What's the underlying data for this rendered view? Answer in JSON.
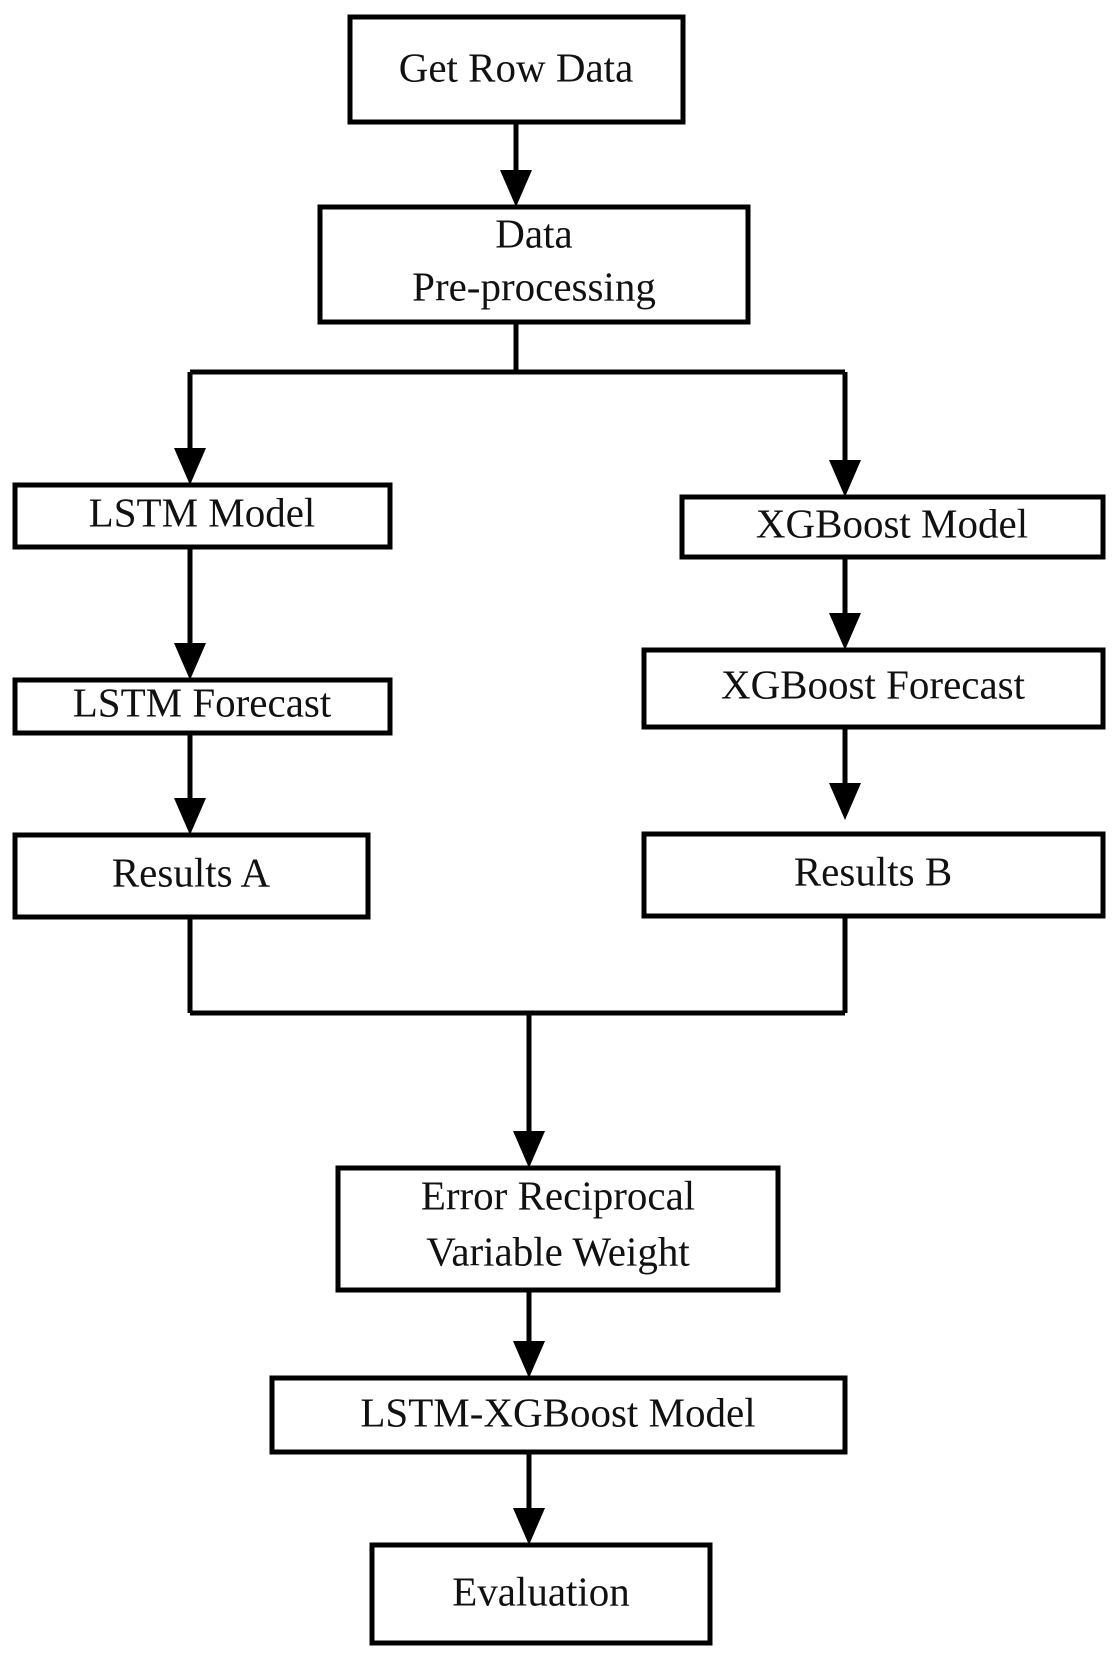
{
  "diagram": {
    "title": "LSTM-XGBoost hybrid forecasting workflow",
    "type": "flowchart",
    "orientation": "top-to-bottom",
    "background_color": "#ffffff",
    "line_color": "#000000",
    "text_color": "#111111",
    "box_fill": "#ffffff",
    "nodes": [
      {
        "id": "get-row-data",
        "label": "Get Row Data",
        "line1": "Get Row Data",
        "line2": ""
      },
      {
        "id": "data-preprocessing",
        "label": "Data Pre-processing",
        "line1": "Data",
        "line2": "Pre-processing"
      },
      {
        "id": "lstm-model",
        "label": "LSTM Model",
        "line1": "LSTM Model",
        "line2": ""
      },
      {
        "id": "xgboost-model",
        "label": "XGBoost Model",
        "line1": "XGBoost Model",
        "line2": ""
      },
      {
        "id": "lstm-forecast",
        "label": "LSTM Forecast",
        "line1": "LSTM Forecast",
        "line2": ""
      },
      {
        "id": "xgboost-forecast",
        "label": "XGBoost Forecast",
        "line1": "XGBoost Forecast",
        "line2": ""
      },
      {
        "id": "results-a",
        "label": "Results A",
        "line1": "Results A",
        "line2": ""
      },
      {
        "id": "results-b",
        "label": "Results B",
        "line1": "Results B",
        "line2": ""
      },
      {
        "id": "error-reciprocal",
        "label": "Error Reciprocal Variable Weight",
        "line1": "Error Reciprocal",
        "line2": "Variable Weight"
      },
      {
        "id": "lstm-xgboost-model",
        "label": "LSTM-XGBoost Model",
        "line1": "LSTM-XGBoost Model",
        "line2": ""
      },
      {
        "id": "evaluation",
        "label": "Evaluation",
        "line1": "Evaluation",
        "line2": ""
      }
    ],
    "edges": [
      {
        "from": "get-row-data",
        "to": "data-preprocessing"
      },
      {
        "from": "data-preprocessing",
        "to": "lstm-model"
      },
      {
        "from": "data-preprocessing",
        "to": "xgboost-model"
      },
      {
        "from": "lstm-model",
        "to": "lstm-forecast"
      },
      {
        "from": "xgboost-model",
        "to": "xgboost-forecast"
      },
      {
        "from": "lstm-forecast",
        "to": "results-a"
      },
      {
        "from": "xgboost-forecast",
        "to": "results-b"
      },
      {
        "from": "results-a",
        "to": "error-reciprocal"
      },
      {
        "from": "results-b",
        "to": "error-reciprocal"
      },
      {
        "from": "error-reciprocal",
        "to": "lstm-xgboost-model"
      },
      {
        "from": "lstm-xgboost-model",
        "to": "evaluation"
      }
    ]
  }
}
